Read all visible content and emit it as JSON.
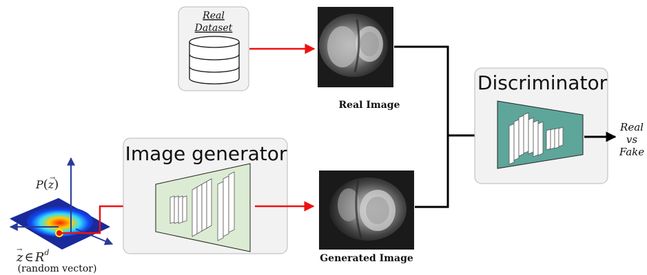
{
  "dataset": {
    "line1": "Real",
    "line2": "Dataset"
  },
  "real_image": {
    "caption": "Real Image"
  },
  "generated_image": {
    "caption": "Generated Image"
  },
  "generator": {
    "title": "Image generator"
  },
  "discriminator": {
    "title": "Discriminator"
  },
  "output": {
    "line1": "Real",
    "line2": "vs",
    "line3": "Fake"
  },
  "latent": {
    "prob_label_p": "P",
    "prob_label_z": "z",
    "vector_label_z": "z",
    "vector_label_in": "∈",
    "vector_label_R": "R",
    "vector_label_d": "d",
    "caption": "(random vector)"
  },
  "colors": {
    "arrow_red": "#ee1111",
    "connector_black": "#000000",
    "box_fill": "#f2f2f2",
    "box_stroke": "#b8b8b8",
    "generator_trapezoid": "#dcebd3",
    "discriminator_trapezoid": "#5ea59a",
    "axis_blue": "#3344aa"
  }
}
